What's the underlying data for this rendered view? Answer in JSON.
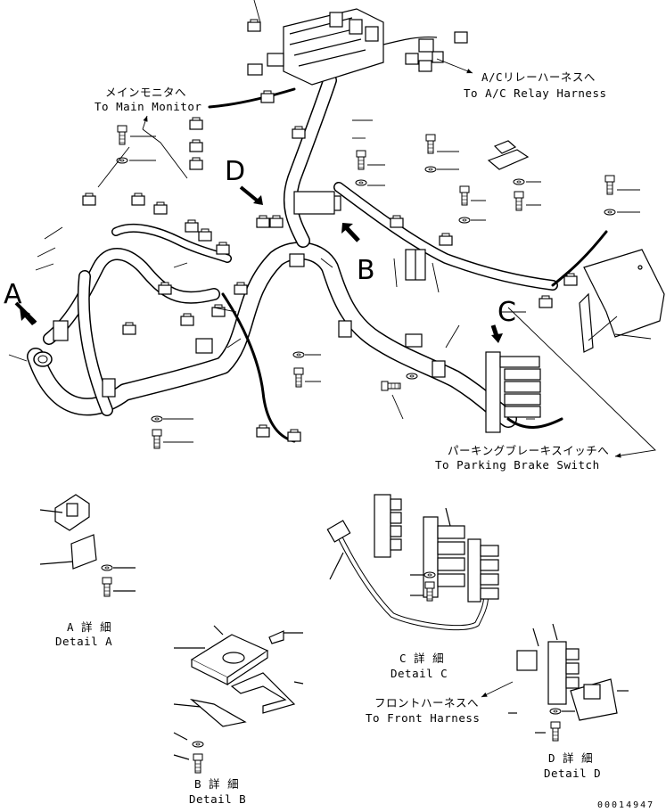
{
  "callouts": {
    "main_monitor_jp": "メインモニタへ",
    "main_monitor_en": "To Main Monitor",
    "ac_relay_jp": "A/Cリレーハーネスへ",
    "ac_relay_en": "To A/C Relay Harness",
    "parking_brake_jp": "パーキングブレーキスイッチへ",
    "parking_brake_en": "To Parking Brake Switch",
    "front_harness_jp": "フロントハーネスへ",
    "front_harness_en": "To Front Harness"
  },
  "view_markers": {
    "a": "A",
    "b": "B",
    "c": "C",
    "d": "D"
  },
  "details": {
    "a_jp": "A 詳 細",
    "a_en": "Detail A",
    "b_jp": "B 詳 細",
    "b_en": "Detail B",
    "c_jp": "C 詳 細",
    "c_en": "Detail C",
    "d_jp": "D 詳 細",
    "d_en": "Detail D"
  },
  "drawing_number": "00014947"
}
